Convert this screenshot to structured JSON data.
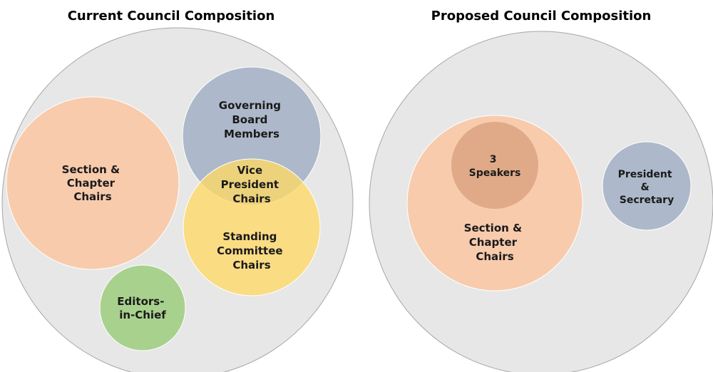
{
  "colors": {
    "outer": "#e7e7e7",
    "outer_stroke": "#a6a6a6",
    "peach": "#f8cbad",
    "blue": "#adb9ca",
    "yellow": "#ffd966",
    "green": "#a9d18e",
    "speakers": "#e0aa88"
  },
  "current": {
    "title": "Current Council Composition",
    "section": [
      "Section &",
      "Chapter",
      "Chairs"
    ],
    "governing": [
      "Governing",
      "Board",
      "Members"
    ],
    "vice": [
      "Vice",
      "President",
      "Chairs"
    ],
    "standing": [
      "Standing",
      "Committee",
      "Chairs"
    ],
    "editors": [
      "Editors-",
      "in-Chief"
    ]
  },
  "proposed": {
    "title": "Proposed Council Composition",
    "speakers": [
      "3",
      "Speakers"
    ],
    "section": [
      "Section &",
      "Chapter",
      "Chairs"
    ],
    "president": [
      "President",
      "&",
      "Secretary"
    ]
  }
}
